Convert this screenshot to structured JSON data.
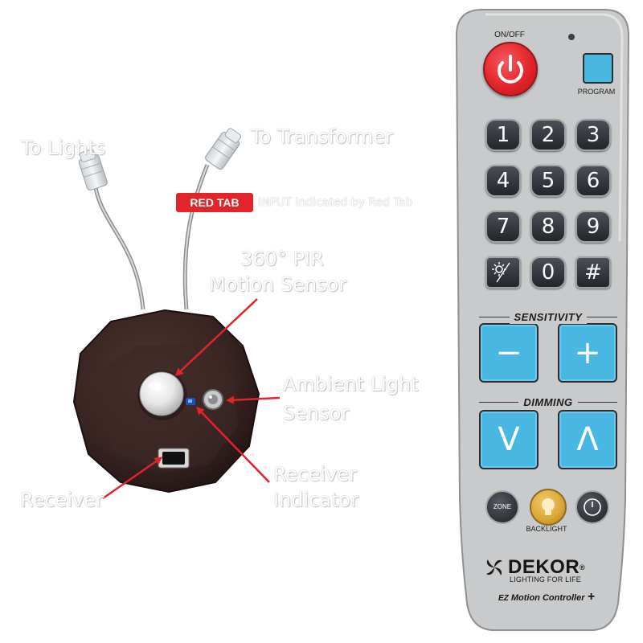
{
  "callouts": {
    "to_lights": "To Lights",
    "to_transformer": "To Transformer",
    "red_tab": "RED TAB",
    "input_note": "INPUT Indicated by Red Tab",
    "pir_line1": "360° PIR",
    "pir_line2": "Motion Sensor",
    "ambient_line1": "Ambient Light",
    "ambient_line2": "Sensor",
    "receiver": "Receiver",
    "indicator_line1": "Receiver",
    "indicator_line2": "Indicator"
  },
  "remote": {
    "power_label": "ON/OFF",
    "program_label": "PROGRAM",
    "number_keys": [
      "1",
      "2",
      "3",
      "4",
      "5",
      "6",
      "7",
      "8",
      "9"
    ],
    "zero_key": "0",
    "hash_key": "#",
    "sensitivity": {
      "title": "SENSITIVITY",
      "minus": "−",
      "plus": "+"
    },
    "dimming": {
      "title": "DIMMING",
      "down": "V",
      "up": "Λ"
    },
    "zone_label": "ZONE",
    "backlight_label": "BACKLIGHT",
    "brand": "DEKOR",
    "brand_mark": "®",
    "tagline": "LIGHTING FOR LIFE",
    "model_prefix": "EZ",
    "model_name": "Motion Controller",
    "model_suffix": "+"
  },
  "colors": {
    "remote_body": "#c9cacb",
    "power_button": "#e4242a",
    "accent_blue": "#49b7e2",
    "sensor_housing": "#3a2523",
    "arrow_red": "#e0242b"
  },
  "icons": {
    "power": "power-icon",
    "sun_moon": "sun-moon-icon",
    "backlight": "bulb-icon",
    "timer": "clock-icon",
    "logo": "pinwheel-logo-icon"
  }
}
